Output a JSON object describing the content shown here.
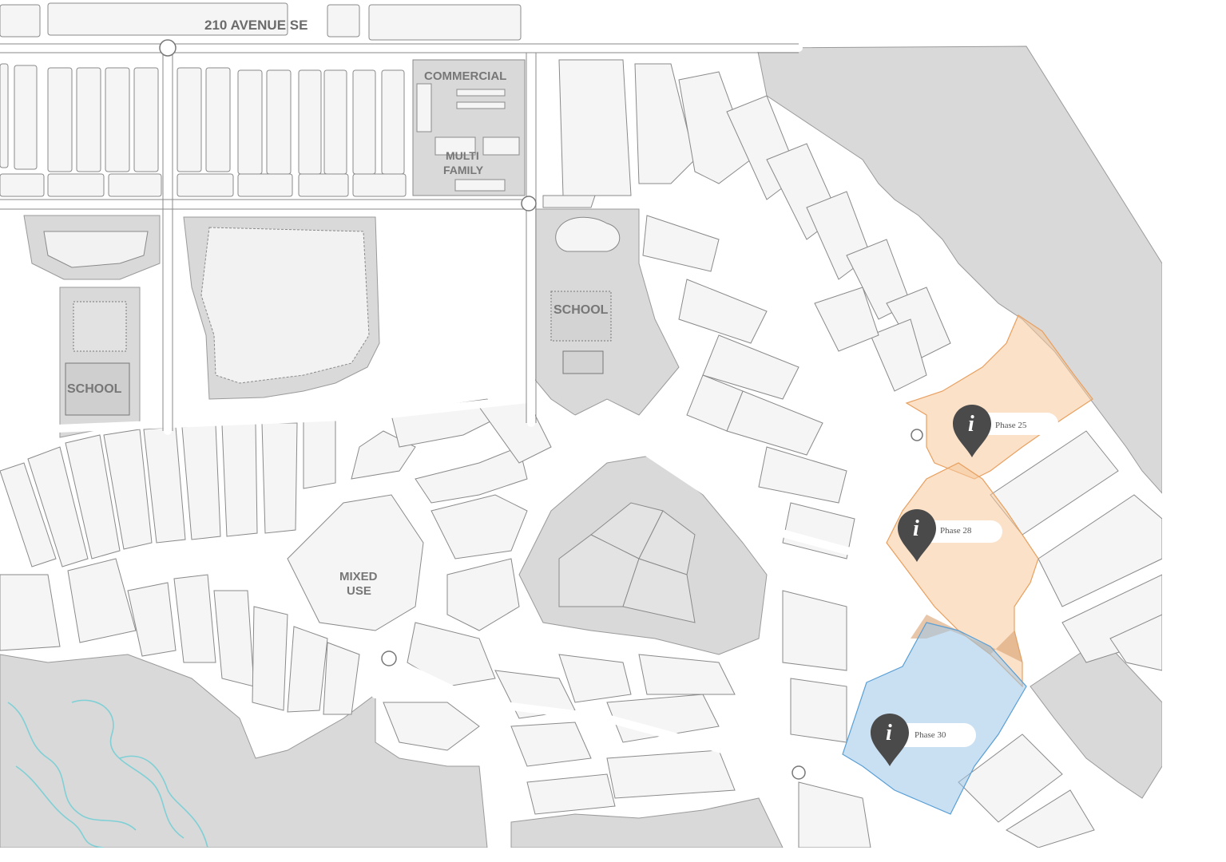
{
  "map": {
    "road_label": "210 AVENUE SE",
    "zones": {
      "commercial": "COMMERCIAL",
      "multi_family_line1": "MULTI",
      "multi_family_line2": "FAMILY",
      "school_north": "SCHOOL",
      "school_west": "SCHOOL",
      "mixed_use_line1": "MIXED",
      "mixed_use_line2": "USE"
    },
    "phases": [
      {
        "name": "Phase 25",
        "color": "#f6c89a"
      },
      {
        "name": "Phase 28",
        "color": "#f6c89a"
      },
      {
        "name": "Phase 30",
        "color": "#9cc7ea"
      }
    ],
    "pin_icon": "info-pin-icon",
    "colors": {
      "open_space": "#d9d9d9",
      "lot": "#f5f5f5",
      "road": "#ffffff",
      "outline": "#8a8a8a",
      "water": "#7fd0d6",
      "pin": "#4a4a4a",
      "phase_orange": "#f6c89a",
      "phase_orange_stroke": "#e8a060",
      "phase_blue": "#9cc7ea",
      "phase_blue_stroke": "#5a9fd4"
    }
  }
}
